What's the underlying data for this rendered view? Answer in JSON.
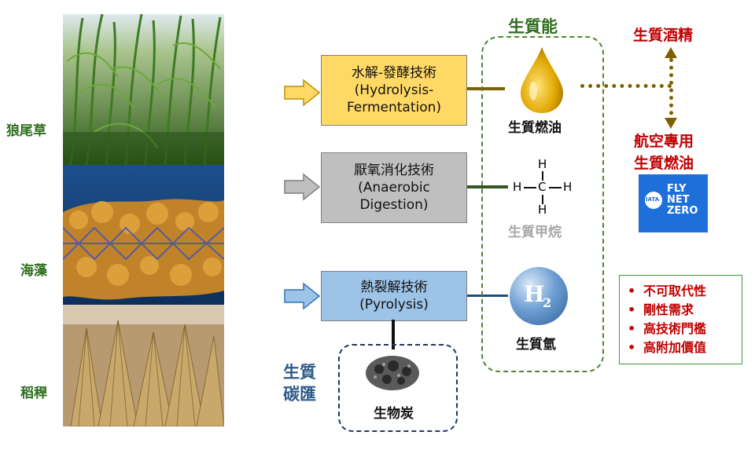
{
  "feedstocks": [
    {
      "label": "狼尾草"
    },
    {
      "label": "海藻"
    },
    {
      "label": "稻稈"
    }
  ],
  "technologies": [
    {
      "line1": "水解-發酵技術",
      "line2": "(Hydrolysis-",
      "line3": "Fermentation)",
      "fill": "#ffd966",
      "arrow": "#ffd966"
    },
    {
      "line1": "厭氧消化技術",
      "line2": "(Anaerobic",
      "line3": "Digestion)",
      "fill": "#bfbfbf",
      "arrow": "#bfbfbf"
    },
    {
      "line1": "熱裂解技術",
      "line2": "(Pyrolysis)",
      "fill": "#9dc3e6",
      "arrow": "#9dc3e6"
    }
  ],
  "bioenergy": {
    "title": "生質能",
    "fuel_oil": "生質燃油",
    "methane": {
      "formula_h": "H",
      "formula_c": "C",
      "label": "生質甲烷"
    },
    "hydrogen": {
      "symbol": "H",
      "subscript": "2",
      "label": "生質氫"
    }
  },
  "carbon_sink": {
    "title_line1": "生質",
    "title_line2": "碳匯",
    "biochar": "生物炭"
  },
  "outputs": {
    "ethanol": "生質酒精",
    "aviation_line1": "航空專用",
    "aviation_line2": "生質燃油",
    "logo_text": "FLY NET ZERO",
    "logo_lines": [
      "FLY",
      "NET",
      "ZERO"
    ],
    "logo_badge": "IATA"
  },
  "features": [
    "不可取代性",
    "剛性需求",
    "高技術門檻",
    "高附加價值"
  ],
  "colors": {
    "green_label": "#2e6e1e",
    "red_text": "#c00000",
    "bioenergy_border": "#548235",
    "carbon_blue": "#1f3864",
    "fuel_line": "#7f6000",
    "methane_line": "#375623",
    "hydrogen_line": "#1f4e79"
  }
}
